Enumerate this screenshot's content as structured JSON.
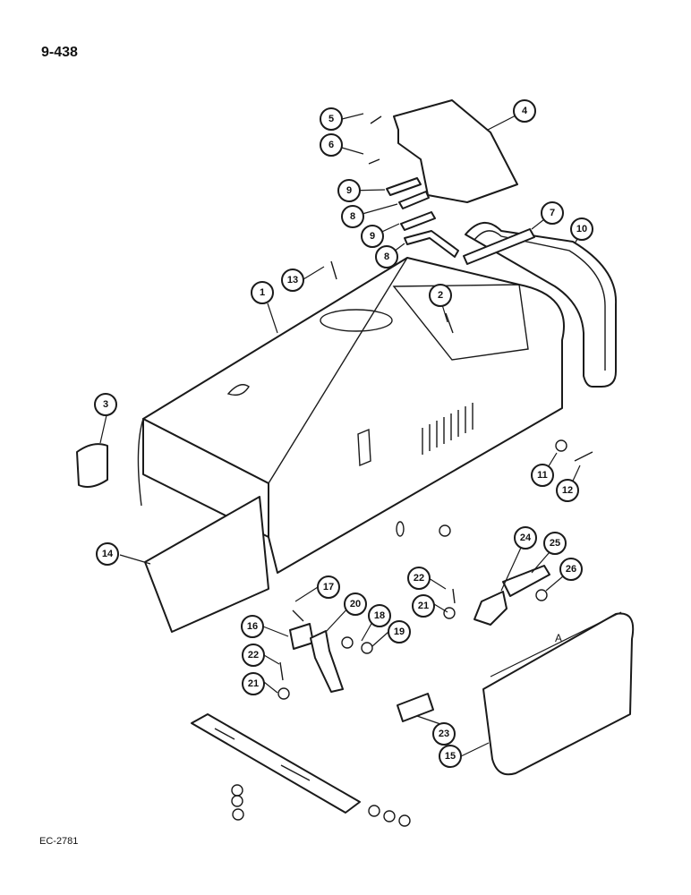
{
  "page_number": "9-438",
  "figure_code": "EC-2781",
  "dimension_label": "A",
  "callouts": [
    "1",
    "2",
    "3",
    "4",
    "5",
    "6",
    "7",
    "8",
    "8",
    "9",
    "9",
    "10",
    "11",
    "12",
    "13",
    "14",
    "15",
    "16",
    "17",
    "18",
    "19",
    "20",
    "21",
    "21",
    "22",
    "22",
    "23",
    "24",
    "25",
    "26"
  ]
}
